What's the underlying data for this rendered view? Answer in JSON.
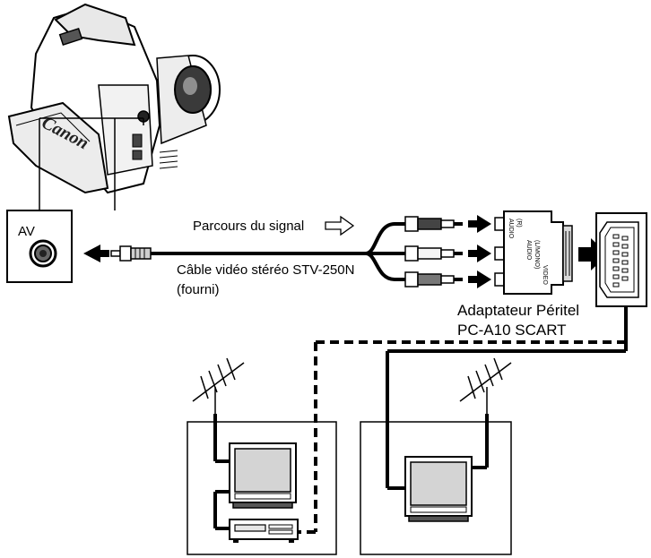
{
  "labels": {
    "av_jack": "AV",
    "signal_path": "Parcours du signal",
    "cable_line1": "Câble vidéo stéréo STV-250N",
    "cable_line2": "(fourni)",
    "adapter_line1": "Adaptateur Péritel",
    "adapter_line2": "PC-A10 SCART"
  },
  "camcorder": {
    "brand": "Canon"
  },
  "adapter_ports": {
    "audio_r_line1": "AUDIO",
    "audio_r_line2": "(R)",
    "audio_l_line1": "AUDIO",
    "audio_l_line2": "(L/MONO)",
    "video": "VIDEO"
  },
  "colors": {
    "line": "#000000",
    "plug_white": "#f4f4f4",
    "plug_gray": "#777777"
  }
}
